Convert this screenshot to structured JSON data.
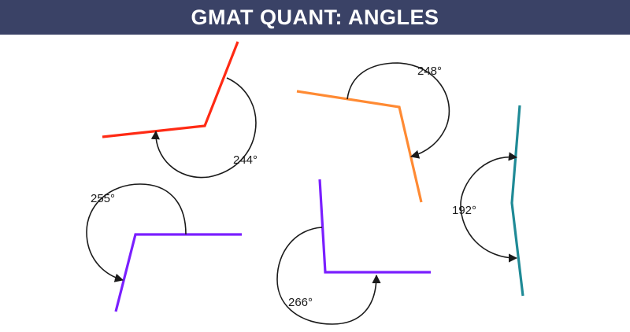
{
  "header": {
    "title": "GMAT QUANT: ANGLES",
    "background": "#3a4266",
    "text_color": "#ffffff"
  },
  "angles": [
    {
      "label": "244°",
      "color": "#ff2a14"
    },
    {
      "label": "248°",
      "color": "#ff8a33"
    },
    {
      "label": "255°",
      "color": "#7a1fff"
    },
    {
      "label": "266°",
      "color": "#7a1fff"
    },
    {
      "label": "192°",
      "color": "#1f8a96"
    }
  ]
}
